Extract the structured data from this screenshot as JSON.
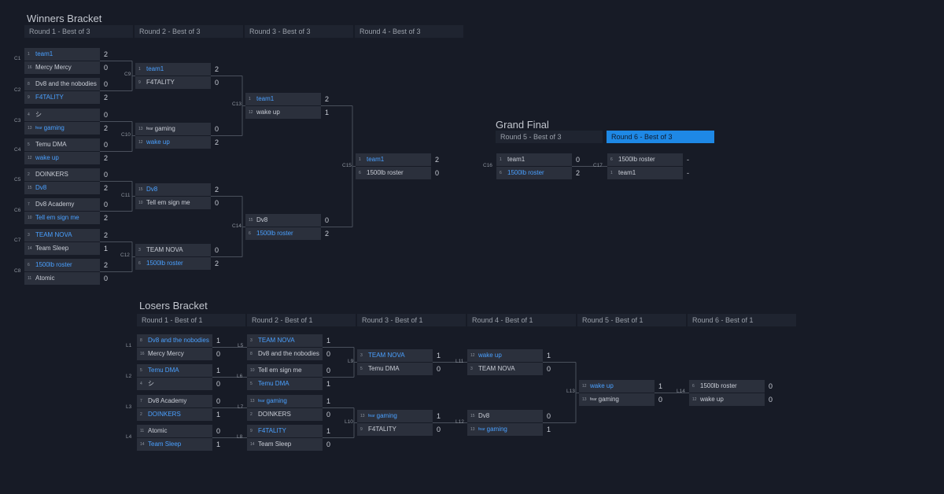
{
  "winners": {
    "title": "Winners Bracket",
    "rounds": [
      "Round 1 - Best of 3",
      "Round 2 - Best of 3",
      "Round 3 - Best of 3",
      "Round 4 - Best of 3"
    ],
    "matches": [
      {
        "id": "C1",
        "t": [
          {
            "seed": "1",
            "name": "team1",
            "score": "2",
            "win": true
          },
          {
            "seed": "16",
            "name": "Mercy Mercy",
            "score": "0",
            "win": false
          }
        ]
      },
      {
        "id": "C2",
        "t": [
          {
            "seed": "8",
            "name": "Dv8 and the nobodies",
            "score": "0",
            "win": false
          },
          {
            "seed": "9",
            "name": "F4TALITY",
            "score": "2",
            "win": true
          }
        ]
      },
      {
        "id": "C3",
        "t": [
          {
            "seed": "4",
            "name": "シ",
            "score": "0",
            "win": false
          },
          {
            "seed": "13",
            "name": "gaming",
            "sup": "fear",
            "score": "2",
            "win": true
          }
        ]
      },
      {
        "id": "C4",
        "t": [
          {
            "seed": "5",
            "name": "Temu DMA",
            "score": "0",
            "win": false
          },
          {
            "seed": "12",
            "name": "wake up",
            "score": "2",
            "win": true
          }
        ]
      },
      {
        "id": "C5",
        "t": [
          {
            "seed": "2",
            "name": "DOINKERS",
            "score": "0",
            "win": false
          },
          {
            "seed": "15",
            "name": "Dv8",
            "score": "2",
            "win": true
          }
        ]
      },
      {
        "id": "C6",
        "t": [
          {
            "seed": "7",
            "name": "Dv8 Academy",
            "score": "0",
            "win": false
          },
          {
            "seed": "10",
            "name": "Tell em sign me",
            "score": "2",
            "win": true
          }
        ]
      },
      {
        "id": "C7",
        "t": [
          {
            "seed": "3",
            "name": "TEAM NOVA",
            "score": "2",
            "win": true
          },
          {
            "seed": "14",
            "name": "Team Sleep",
            "score": "1",
            "win": false
          }
        ]
      },
      {
        "id": "C8",
        "t": [
          {
            "seed": "6",
            "name": "1500lb roster",
            "score": "2",
            "win": true
          },
          {
            "seed": "11",
            "name": "Atomic",
            "score": "0",
            "win": false
          }
        ]
      },
      {
        "id": "C9",
        "t": [
          {
            "seed": "1",
            "name": "team1",
            "score": "2",
            "win": true
          },
          {
            "seed": "9",
            "name": "F4TALITY",
            "score": "0",
            "win": false
          }
        ]
      },
      {
        "id": "C10",
        "t": [
          {
            "seed": "13",
            "name": "gaming",
            "sup": "fear",
            "score": "0",
            "win": false
          },
          {
            "seed": "12",
            "name": "wake up",
            "score": "2",
            "win": true
          }
        ]
      },
      {
        "id": "C11",
        "t": [
          {
            "seed": "15",
            "name": "Dv8",
            "score": "2",
            "win": true
          },
          {
            "seed": "10",
            "name": "Tell em sign me",
            "score": "0",
            "win": false
          }
        ]
      },
      {
        "id": "C12",
        "t": [
          {
            "seed": "3",
            "name": "TEAM NOVA",
            "score": "0",
            "win": false
          },
          {
            "seed": "6",
            "name": "1500lb roster",
            "score": "2",
            "win": true
          }
        ]
      },
      {
        "id": "C13",
        "t": [
          {
            "seed": "1",
            "name": "team1",
            "score": "2",
            "win": true
          },
          {
            "seed": "12",
            "name": "wake up",
            "score": "1",
            "win": false
          }
        ]
      },
      {
        "id": "C14",
        "t": [
          {
            "seed": "15",
            "name": "Dv8",
            "score": "0",
            "win": false
          },
          {
            "seed": "6",
            "name": "1500lb roster",
            "score": "2",
            "win": true
          }
        ]
      },
      {
        "id": "C15",
        "t": [
          {
            "seed": "1",
            "name": "team1",
            "score": "2",
            "win": true
          },
          {
            "seed": "6",
            "name": "1500lb roster",
            "score": "0",
            "win": false
          }
        ]
      }
    ]
  },
  "grand_final": {
    "title": "Grand Final",
    "rounds": [
      "Round 5 - Best of 3",
      "Round 6 - Best of 3"
    ],
    "matches": [
      {
        "id": "C16",
        "t": [
          {
            "seed": "1",
            "name": "team1",
            "score": "0",
            "win": false
          },
          {
            "seed": "6",
            "name": "1500lb roster",
            "score": "2",
            "win": true
          }
        ]
      },
      {
        "id": "C17",
        "t": [
          {
            "seed": "6",
            "name": "1500lb roster",
            "score": "-",
            "win": false
          },
          {
            "seed": "1",
            "name": "team1",
            "score": "-",
            "win": false
          }
        ]
      }
    ]
  },
  "losers": {
    "title": "Losers Bracket",
    "rounds": [
      "Round 1 - Best of 1",
      "Round 2 - Best of 1",
      "Round 3 - Best of 1",
      "Round 4 - Best of 1",
      "Round 5 - Best of 1",
      "Round 6 - Best of 1"
    ],
    "matches": [
      {
        "id": "L1",
        "t": [
          {
            "seed": "8",
            "name": "Dv8 and the nobodies",
            "score": "1",
            "win": true
          },
          {
            "seed": "16",
            "name": "Mercy Mercy",
            "score": "0",
            "win": false
          }
        ]
      },
      {
        "id": "L2",
        "t": [
          {
            "seed": "5",
            "name": "Temu DMA",
            "score": "1",
            "win": true
          },
          {
            "seed": "4",
            "name": "シ",
            "score": "0",
            "win": false
          }
        ]
      },
      {
        "id": "L3",
        "t": [
          {
            "seed": "7",
            "name": "Dv8 Academy",
            "score": "0",
            "win": false
          },
          {
            "seed": "2",
            "name": "DOINKERS",
            "score": "1",
            "win": true
          }
        ]
      },
      {
        "id": "L4",
        "t": [
          {
            "seed": "11",
            "name": "Atomic",
            "score": "0",
            "win": false
          },
          {
            "seed": "14",
            "name": "Team Sleep",
            "score": "1",
            "win": true
          }
        ]
      },
      {
        "id": "L5",
        "t": [
          {
            "seed": "3",
            "name": "TEAM NOVA",
            "score": "1",
            "win": true
          },
          {
            "seed": "8",
            "name": "Dv8 and the nobodies",
            "score": "0",
            "win": false
          }
        ]
      },
      {
        "id": "L6",
        "t": [
          {
            "seed": "10",
            "name": "Tell em sign me",
            "score": "0",
            "win": false
          },
          {
            "seed": "5",
            "name": "Temu DMA",
            "score": "1",
            "win": true
          }
        ]
      },
      {
        "id": "L7",
        "t": [
          {
            "seed": "13",
            "name": "gaming",
            "sup": "fear",
            "score": "1",
            "win": true
          },
          {
            "seed": "2",
            "name": "DOINKERS",
            "score": "0",
            "win": false
          }
        ]
      },
      {
        "id": "L8",
        "t": [
          {
            "seed": "9",
            "name": "F4TALITY",
            "score": "1",
            "win": true
          },
          {
            "seed": "14",
            "name": "Team Sleep",
            "score": "0",
            "win": false
          }
        ]
      },
      {
        "id": "L9",
        "t": [
          {
            "seed": "3",
            "name": "TEAM NOVA",
            "score": "1",
            "win": true
          },
          {
            "seed": "5",
            "name": "Temu DMA",
            "score": "0",
            "win": false
          }
        ]
      },
      {
        "id": "L10",
        "t": [
          {
            "seed": "13",
            "name": "gaming",
            "sup": "fear",
            "score": "1",
            "win": true
          },
          {
            "seed": "9",
            "name": "F4TALITY",
            "score": "0",
            "win": false
          }
        ]
      },
      {
        "id": "L11",
        "t": [
          {
            "seed": "12",
            "name": "wake up",
            "score": "1",
            "win": true
          },
          {
            "seed": "3",
            "name": "TEAM NOVA",
            "score": "0",
            "win": false
          }
        ]
      },
      {
        "id": "L12",
        "t": [
          {
            "seed": "15",
            "name": "Dv8",
            "score": "0",
            "win": false
          },
          {
            "seed": "13",
            "name": "gaming",
            "sup": "fear",
            "score": "1",
            "win": true
          }
        ]
      },
      {
        "id": "L13",
        "t": [
          {
            "seed": "12",
            "name": "wake up",
            "score": "1",
            "win": true
          },
          {
            "seed": "13",
            "name": "gaming",
            "sup": "fear",
            "score": "0",
            "win": false
          }
        ]
      },
      {
        "id": "L14",
        "t": [
          {
            "seed": "6",
            "name": "1500lb roster",
            "score": "0",
            "win": false
          },
          {
            "seed": "12",
            "name": "wake up",
            "score": "0",
            "win": false
          }
        ]
      }
    ]
  },
  "colors": {
    "background": "#171b26",
    "box": "#2b303c",
    "header": "#1f2430",
    "winner_text": "#4aa0ff",
    "active_round": "#1e88e5",
    "line": "#4a505c"
  }
}
